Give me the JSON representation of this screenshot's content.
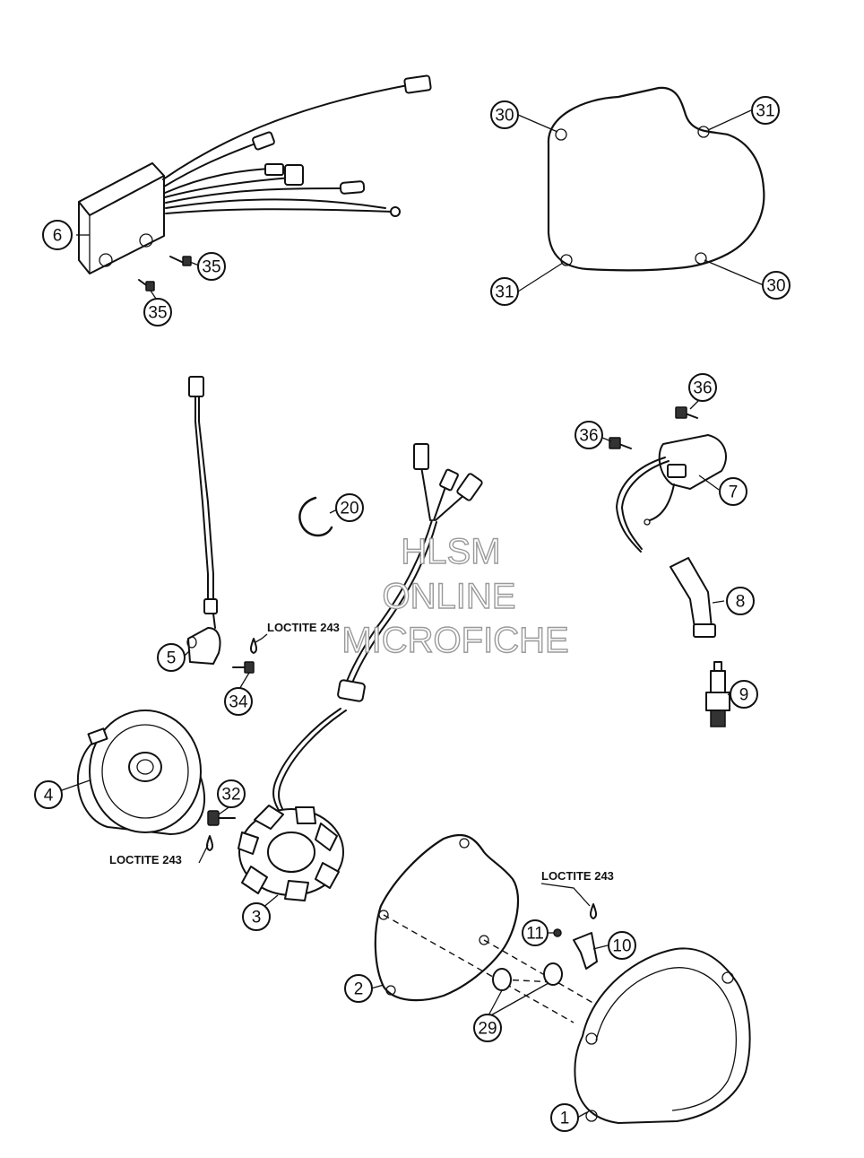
{
  "callouts": {
    "c1": "1",
    "c2": "2",
    "c3": "3",
    "c4": "4",
    "c5": "5",
    "c6": "6",
    "c7": "7",
    "c8": "8",
    "c9": "9",
    "c10": "10",
    "c11": "11",
    "c20": "20",
    "c29": "29",
    "c30a": "30",
    "c30b": "30",
    "c31a": "31",
    "c31b": "31",
    "c32": "32",
    "c34": "34",
    "c35a": "35",
    "c35b": "35",
    "c36a": "36",
    "c36b": "36"
  },
  "labels": {
    "loctite_a": "LOCTITE 243",
    "loctite_b": "LOCTITE 243",
    "loctite_c": "LOCTITE 243"
  },
  "watermark": {
    "line1": "HLSM",
    "line2": "ONLINE",
    "line3": "MICROFICHE"
  }
}
